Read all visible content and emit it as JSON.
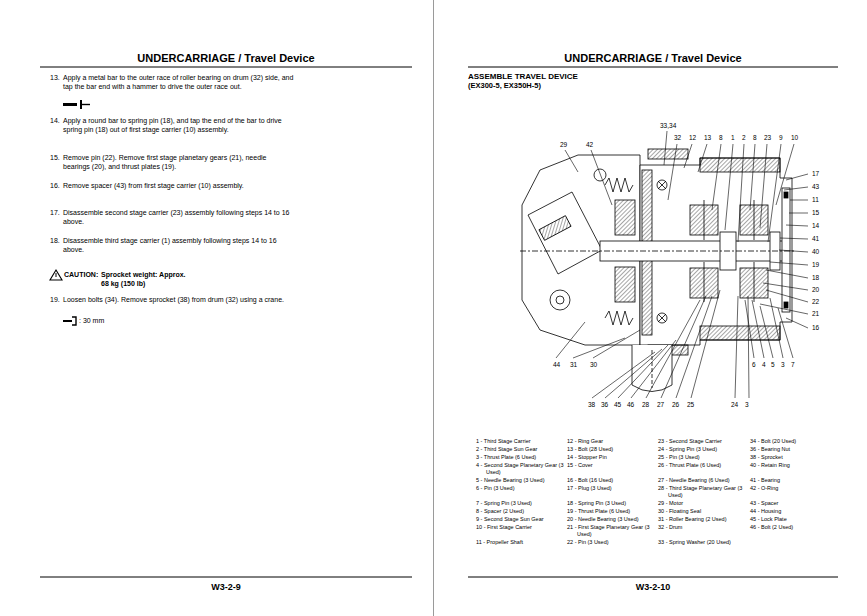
{
  "diagram": {
    "labels": [
      "UNDERCARRIAGE / Travel Device",
      "UNDERCARRIAGE / Travel Device",
      "13.",
      "Apply a metal bar to the outer race of roller bearing on drum (32) side, and tap the bar end with a hammer to drive the outer race out.",
      "14.",
      "Apply a round bar to spring pin (18), and tap the end of the bar to drive spring pin (18) out of first stage carrier (10) assembly.",
      "15.",
      "Remove pin (22). Remove first stage planetary gears (21), needle bearings (20), and thrust plates (19).",
      "16.",
      "Remove spacer (43) from first stage carrier (10) assembly.",
      "17.",
      "Disassemble second stage carrier (23) assembly following steps 14 to 16 above.",
      "18.",
      "Disassemble third stage carrier (1) assembly following steps 14 to 16 above.",
      "CAUTION:",
      "Sprocket weight: Approx. 68 kg (150 lb)",
      "19.",
      "Loosen bolts (34). Remove sprocket (38) from drum (32) using a crane.",
      ": 30 mm",
      "ASSEMBLE TRAVEL DEVICE",
      "(EX300-5, EX350H-5)",
      "33,34",
      "32",
      "12",
      "13",
      "8",
      "1",
      "2",
      "8",
      "23",
      "9",
      "10",
      "29",
      "42",
      "17",
      "43",
      "11",
      "15",
      "14",
      "41",
      "40",
      "19",
      "18",
      "20",
      "22",
      "21",
      "16",
      "6",
      "4",
      "5",
      "3",
      "7",
      "44",
      "31",
      "30",
      "38",
      "36",
      "45",
      "46",
      "28",
      "27",
      "26",
      "25",
      "24",
      "3",
      "1 - Third Stage Carrier",
      "2 - Third Stage Sun Gear",
      "3 - Thrust Plate (6 Used)",
      "4 - Second Stage Planetary Gear (3 Used)",
      "5 - Needle Bearing (3 Used)",
      "6 - Pin (3 Used)",
      "7 - Spring Pin (3 Used)",
      "8 - Spacer (2 Used)",
      "9 - Second Stage Sun Gear",
      "10 - First Stage Carrier",
      "11 - Propeller Shaft",
      "12 - Ring Gear",
      "13 - Bolt (28 Used)",
      "14 - Stopper Pin",
      "15 - Cover",
      "16 - Bolt (16 Used)",
      "17 - Plug (3 Used)",
      "18 - Spring Pin (3 Used)",
      "19 - Thrust Plate (6 Used)",
      "20 - Needle Bearing (3 Used)",
      "21 - First Stage Planetary Gear (3 Used)",
      "22 - Pin (3 Used)",
      "23 - Second Stage Carrier",
      "24 - Spring Pin (3 Used)",
      "25 - Pin (3 Used)",
      "26 - Thrust Plate (6 Used)",
      "27 - Needle Bearing (6 Used)",
      "28 - Third Stage Planetary Gear (3 Used)",
      "29 - Motor",
      "30 - Floating Seal",
      "31 - Roller Bearing (2 Used)",
      "32 - Drum",
      "33 - Spring Washer (20 Used)",
      "34 - Bolt (20 Used)",
      "36 - Bearing Nut",
      "38 - Sprocket",
      "40 - Retain Ring",
      "41 - Bearing",
      "42 - O-Ring",
      "43 - Spacer",
      "44 - Housing",
      "45 - Lock Plate",
      "46 - Bolt (2 Used)",
      "W3-2-9",
      "W3-2-10"
    ]
  }
}
